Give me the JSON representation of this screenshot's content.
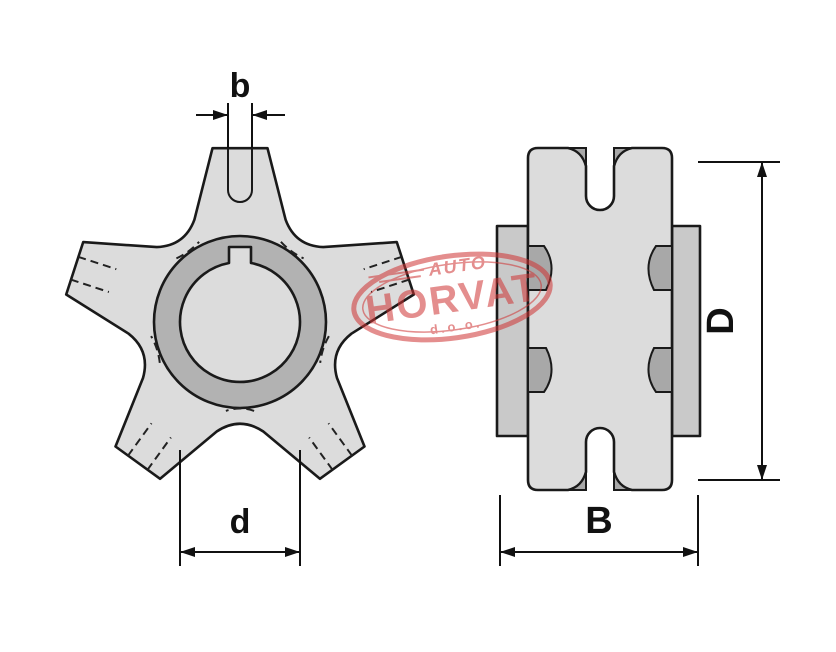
{
  "dimensions": {
    "tooth_gap_label": "b",
    "bore_label": "d",
    "outer_diameter_label": "D",
    "hub_width_label": "B"
  },
  "watermark": {
    "top": "AUTO",
    "name": "HORVAT",
    "suffix": "d.o.o."
  },
  "colors": {
    "body": "#dcdcdc",
    "hub": "#b2b2b2",
    "accent_dark": "#a8a8a8",
    "flange": "#c9c9c9",
    "outline": "#1a1a1a",
    "watermark_red": "#cf3333"
  }
}
